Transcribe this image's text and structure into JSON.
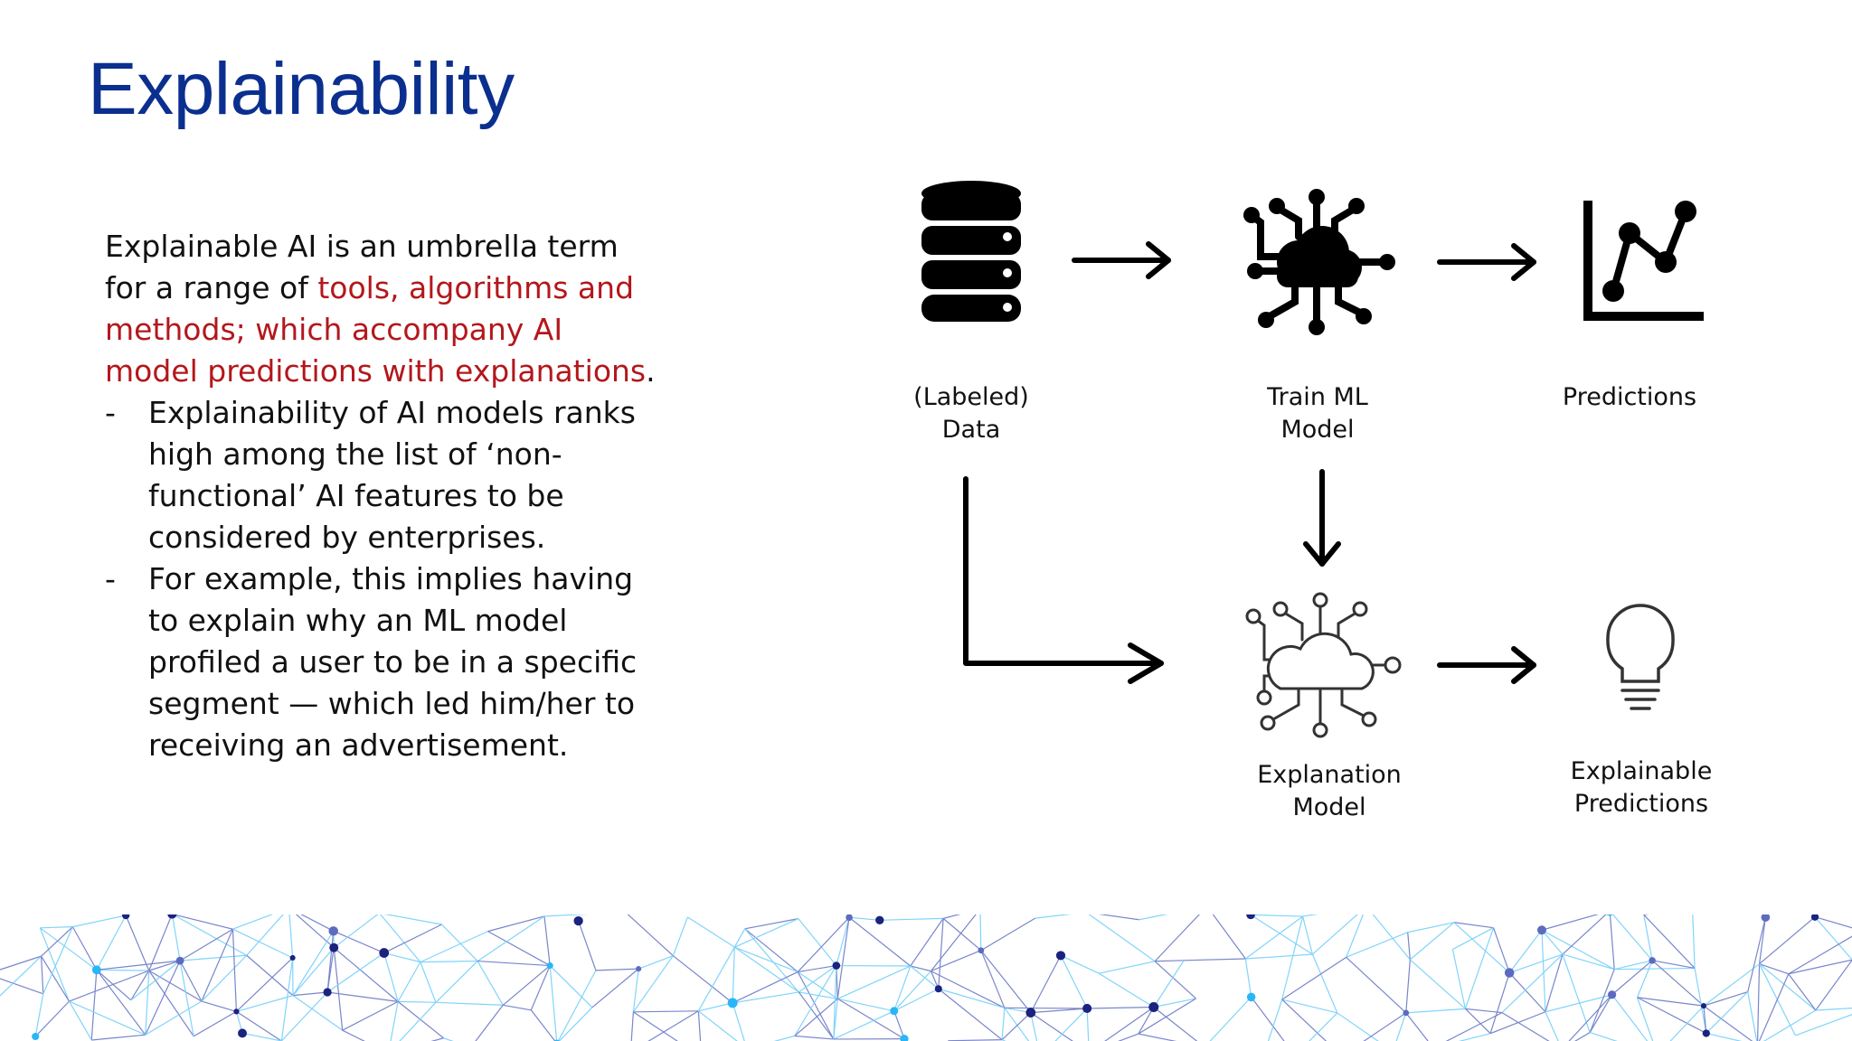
{
  "slide": {
    "title": "Explainability",
    "intro": {
      "lead": "Explainable AI is an umbrella term for a range of ",
      "highlight": "tools, algorithms and methods; which accompany AI model predictions with explanations",
      "tail": "."
    },
    "bullets": [
      {
        "marker": "-",
        "text": "Explainability of AI models ranks high among the list of ‘non-functional’ AI features to be considered by enterprises."
      },
      {
        "marker": "-",
        "text": "For example, this implies having to explain why an ML model profiled a user to be in a specific segment — which led him/her to receiving an advertisement."
      }
    ],
    "colors": {
      "title": "#0b2f8f",
      "highlight": "#b3171c",
      "text": "#111111"
    }
  },
  "diagram": {
    "nodes": [
      {
        "id": "data",
        "label": "(Labeled)\nData",
        "icon": "database-icon"
      },
      {
        "id": "train",
        "label": "Train ML\nModel",
        "icon": "ai-cloud-circuit-icon"
      },
      {
        "id": "predictions",
        "label": "Predictions",
        "icon": "line-chart-icon"
      },
      {
        "id": "explanation",
        "label": "Explanation\nModel",
        "icon": "ai-cloud-circuit-outline-icon"
      },
      {
        "id": "explainable",
        "label": "Explainable\nPredictions",
        "icon": "lightbulb-icon"
      }
    ],
    "edges": [
      {
        "from": "data",
        "to": "train"
      },
      {
        "from": "train",
        "to": "predictions"
      },
      {
        "from": "train",
        "to": "explanation"
      },
      {
        "from": "data",
        "to": "explanation"
      },
      {
        "from": "explanation",
        "to": "explainable"
      }
    ]
  },
  "decor": {
    "banner": "network-mesh-pattern",
    "colors": [
      "#1a237e",
      "#29b6f6",
      "#5c6bc0"
    ]
  }
}
